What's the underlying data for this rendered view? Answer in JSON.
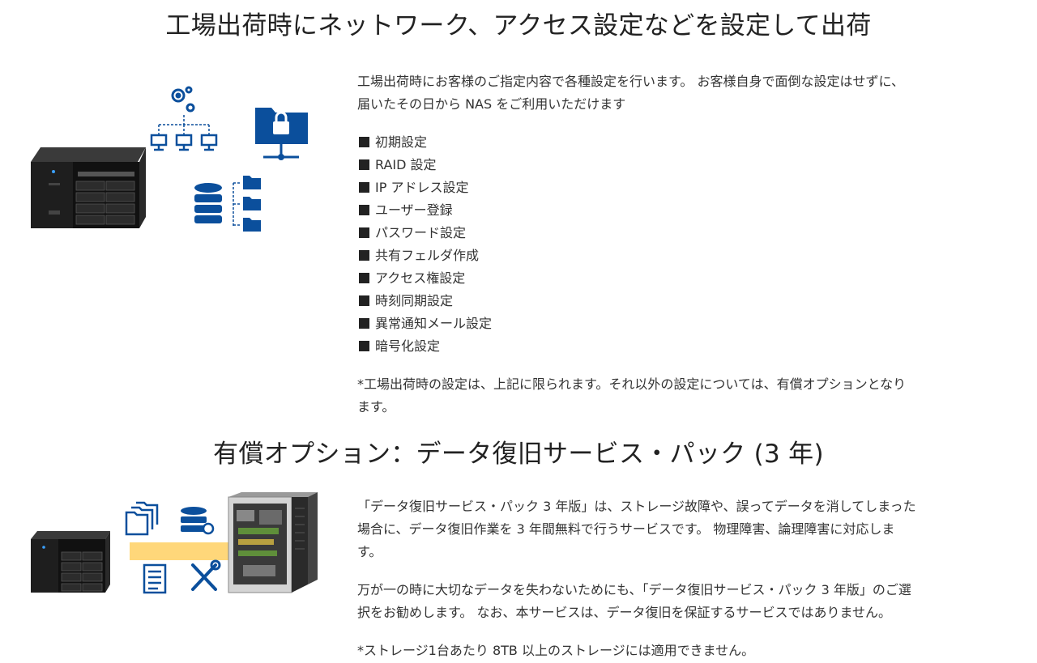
{
  "section1": {
    "title": "工場出荷時にネットワーク、アクセス設定などを設定して出荷",
    "intro_line1": "工場出荷時にお客様のご指定内容で各種設定を行います。 お客様自身で面倒な設定はせずに、",
    "intro_line2": "届いたその日から NAS をご利用いただけます",
    "items": [
      "初期設定",
      "RAID 設定",
      "IP アドレス設定",
      "ユーザー登録",
      "パスワード設定",
      "共有フェルダ作成",
      "アクセス権設定",
      "時刻同期設定",
      "異常通知メール設定",
      "暗号化設定"
    ],
    "note_line1": "*工場出荷時の設定は、上記に限られます。それ以外の設定については、有償オプションとなり",
    "note_line2": "ます。"
  },
  "section2": {
    "title": "有償オプション：データ復旧サービス・パック (3 年)",
    "p1_line1": "「データ復旧サービス・パック 3 年版」は、ストレージ故障や、誤ってデータを消してしまった",
    "p1_line2": "場合に、データ復旧作業を 3 年間無料で行うサービスです。 物理障害、論理障害に対応しま",
    "p1_line3": "す。",
    "p2_line1": "万が一の時に大切なデータを失わないためにも、「データ復旧サービス・パック 3 年版」のご選",
    "p2_line2": "択をお勧めします。 なお、本サービスは、データ復旧を保証するサービスではありません。",
    "note": "*ストレージ1台あたり 8TB 以上のストレージには適用できません。"
  },
  "colors": {
    "icon_blue": "#0b4f9c",
    "arrow_yellow": "#ffd77a",
    "nas_black": "#1a1a1a",
    "text": "#333333"
  },
  "icons": [
    "gear-icon",
    "network-tree-icon",
    "monitor-icon",
    "lock-folder-icon",
    "database-icon",
    "folder-icon",
    "document-icon",
    "tools-icon",
    "arrow-icon",
    "nas-device",
    "server-tower"
  ]
}
